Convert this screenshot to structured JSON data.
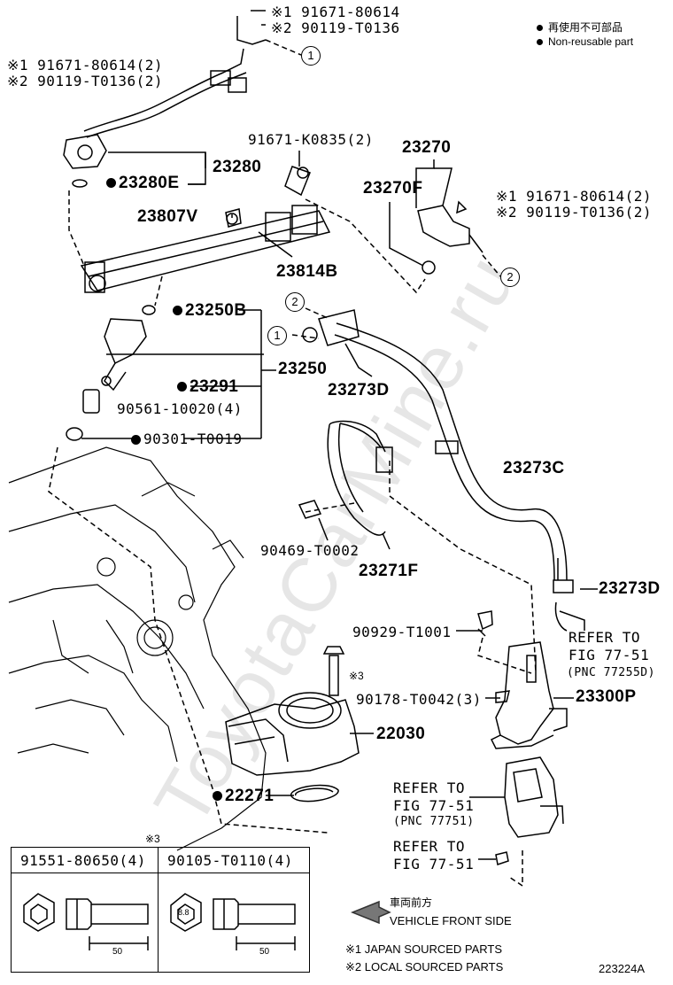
{
  "watermark": "ToyotaCarMine.ru",
  "legend": {
    "non_reusable_jp": "再使用不可部品",
    "non_reusable_en": "Non-reusable part"
  },
  "callouts": {
    "one": "1",
    "two": "2",
    "three_mark": "※3"
  },
  "parts": {
    "bolt_top_1": "※1 91671-80614",
    "bolt_top_2": "※2 90119-T0136",
    "bolt_left_1": "※1 91671-80614(2)",
    "bolt_left_2": "※2 90119-T0136(2)",
    "p23280": "23280",
    "p23280E": "23280E",
    "p91671K": "91671-K0835(2)",
    "p23270": "23270",
    "p23270F": "23270F",
    "bolt_right_1": "※1 91671-80614(2)",
    "bolt_right_2": "※2 90119-T0136(2)",
    "p23807V": "23807V",
    "p23814B": "23814B",
    "p23250B": "23250B",
    "p23250": "23250",
    "p23291": "23291",
    "p90561": "90561-10020(4)",
    "p90301": "90301-T0019",
    "p23273D_a": "23273D",
    "p23273C": "23273C",
    "p90469": "90469-T0002",
    "p23271F": "23271F",
    "p23273D_b": "23273D",
    "refer_1a": "REFER TO",
    "refer_1b": "FIG 77-51",
    "refer_1c": "(PNC 77255D)",
    "p90929": "90929-T1001",
    "bolt_3": "※3",
    "p90178": "90178-T0042(3)",
    "p23300P": "23300P",
    "p22030": "22030",
    "p22271": "22271",
    "refer_2a": "REFER TO",
    "refer_2b": "FIG 77-51",
    "refer_2c": "(PNC 77751)",
    "refer_3a": "REFER TO",
    "refer_3b": "FIG 77-51"
  },
  "bolt_table": {
    "mark": "※3",
    "col1": "91551-80650(4)",
    "col2": "90105-T0110(4)",
    "dim1": "50",
    "dim2": "50",
    "head_mark": "8.8"
  },
  "footer": {
    "front_jp": "車両前方",
    "front_en": "VEHICLE FRONT SIDE",
    "note1": "※1 JAPAN SOURCED PARTS",
    "note2": "※2 LOCAL SOURCED PARTS",
    "fig_id": "223224A"
  }
}
